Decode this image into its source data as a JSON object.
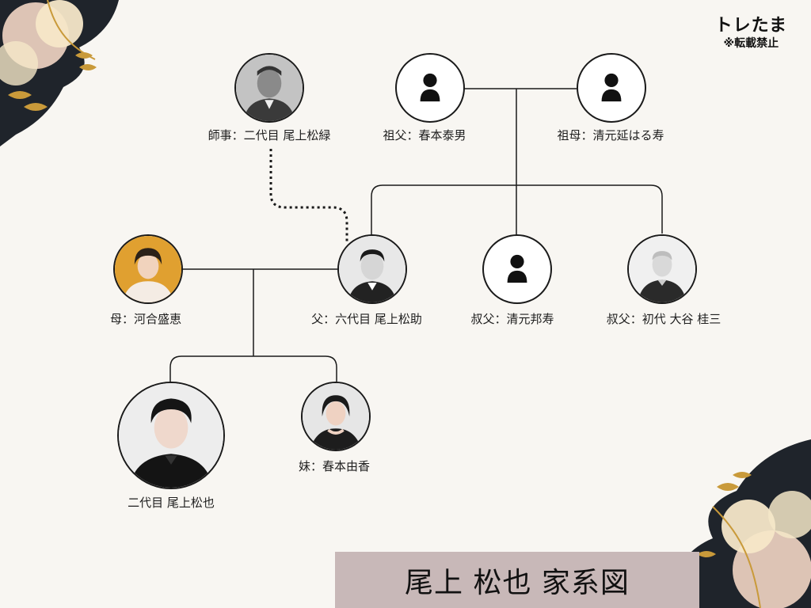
{
  "brand": {
    "title": "トレたま",
    "notice": "※転載禁止"
  },
  "title": "尾上 松也 家系図",
  "people": {
    "mentor": {
      "label": "師事：二代目 尾上松緑",
      "type": "photo-bw"
    },
    "grandfather": {
      "label": "祖父：春本泰男",
      "type": "silhouette"
    },
    "grandmother": {
      "label": "祖母：清元延はる寿",
      "type": "silhouette"
    },
    "mother": {
      "label": "母：河合盛恵",
      "type": "photo-color"
    },
    "father": {
      "label": "父：六代目 尾上松助",
      "type": "photo-bw"
    },
    "uncle1": {
      "label": "叔父：清元邦寿",
      "type": "silhouette"
    },
    "uncle2": {
      "label": "叔父：初代 大谷 桂三",
      "type": "photo-bw"
    },
    "self": {
      "label": "二代目 尾上松也",
      "type": "photo-bw"
    },
    "sister": {
      "label": "妹：春本由香",
      "type": "photo-color"
    }
  },
  "colors": {
    "accent": "#c99a3a",
    "dark": "#1f242b",
    "peach": "#f2d6c4",
    "cream": "#f5e7c8",
    "titlebar": "#c8b8b8"
  }
}
